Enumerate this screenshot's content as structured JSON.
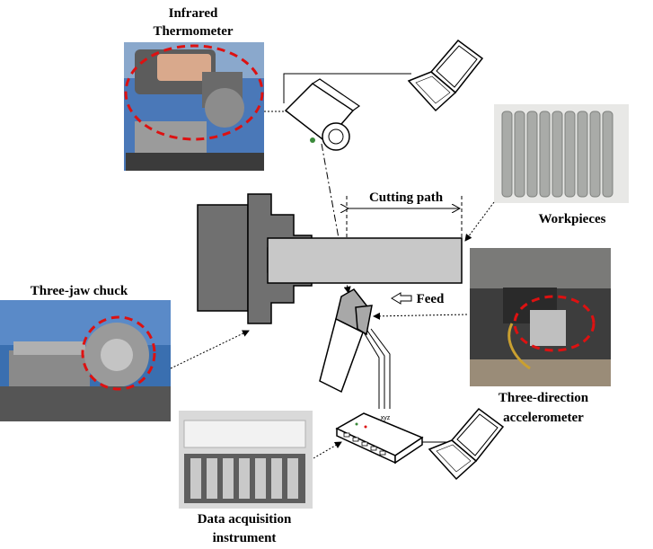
{
  "labels": {
    "infrared_line1": "Infrared",
    "infrared_line2": "Thermometer",
    "cutting_path": "Cutting path",
    "workpieces": "Workpieces",
    "three_jaw_chuck": "Three-jaw chuck",
    "feed": "Feed",
    "accel_line1": "Three-direction",
    "accel_line2": "accelerometer",
    "daq_line1": "Data acquisition",
    "daq_line2": "instrument",
    "axes_xyz": "xyz"
  },
  "icons": [
    "laptop-icon",
    "projector-icon",
    "laptop-icon",
    "daq-box-icon"
  ],
  "colors": {
    "chuck_dark": "#707070",
    "workpiece_gray": "#c8c8c8",
    "tool_gray": "#a8a8a8",
    "highlight_red": "#dd1111",
    "photo_blue": "#3a6fb0"
  }
}
